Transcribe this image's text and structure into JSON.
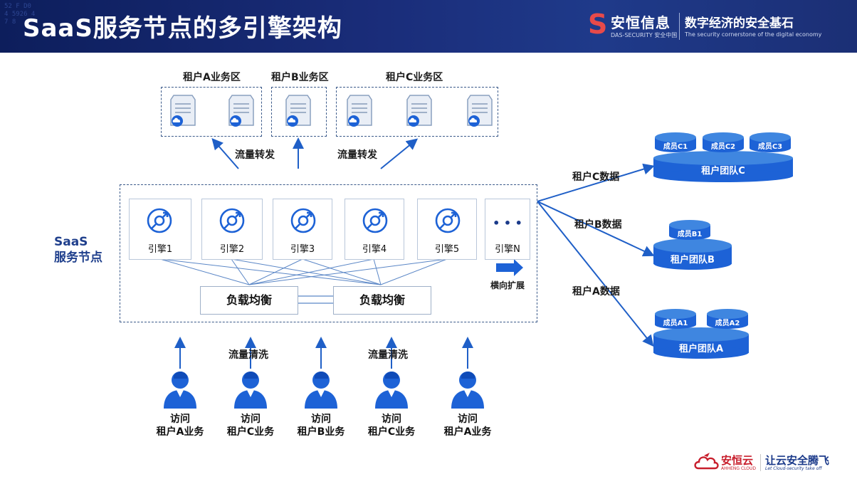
{
  "header": {
    "title": "SaaS服务节点的多引擎架构",
    "pattern_text": "52 F D0\n4 5926 4\n7 8",
    "brand_name": "安恒信息",
    "brand_sub": "DAS-SECURITY 安全中国",
    "slogan": "数字经济的安全基石",
    "slogan_en": "The security cornerstone of the digital economy"
  },
  "zones": [
    {
      "label": "租户A业务区"
    },
    {
      "label": "租户B业务区"
    },
    {
      "label": "租户C业务区"
    }
  ],
  "forward_labels": [
    "流量转发",
    "流量转发"
  ],
  "saas_node": {
    "line1": "SaaS",
    "line2": "服务节点"
  },
  "engines": [
    {
      "label": "引擎1"
    },
    {
      "label": "引擎2"
    },
    {
      "label": "引擎3"
    },
    {
      "label": "引擎4"
    },
    {
      "label": "引擎5"
    },
    {
      "label": "引擎N",
      "glyph": "• • •"
    }
  ],
  "load_balancers": [
    "负载均衡",
    "负载均衡"
  ],
  "scale_label": "横向扩展",
  "clean_labels": [
    "流量清洗",
    "流量清洗"
  ],
  "users": [
    {
      "line1": "访问",
      "line2": "租户A业务"
    },
    {
      "line1": "访问",
      "line2": "租户C业务"
    },
    {
      "line1": "访问",
      "line2": "租户B业务"
    },
    {
      "line1": "访问",
      "line2": "租户C业务"
    },
    {
      "line1": "访问",
      "line2": "租户A业务"
    }
  ],
  "data_labels": {
    "c": "租户C数据",
    "b": "租户B数据",
    "a": "租户A数据"
  },
  "teams": {
    "c": {
      "name": "租户团队C",
      "members": [
        "成员C1",
        "成员C2",
        "成员C3"
      ]
    },
    "b": {
      "name": "租户团队B",
      "members": [
        "成员B1"
      ]
    },
    "a": {
      "name": "租户团队A",
      "members": [
        "成员A1",
        "成员A2"
      ]
    }
  },
  "footer": {
    "brand": "安恒云",
    "brand_sub": "AHHENG CLOUD",
    "slogan": "让云安全腾飞",
    "slogan_en": "Let Cloud-security take off"
  },
  "colors": {
    "accent": "#1d62d6",
    "arrow": "#1f5fc7",
    "header": "#15276b",
    "dashed": "#3b5a8a"
  }
}
